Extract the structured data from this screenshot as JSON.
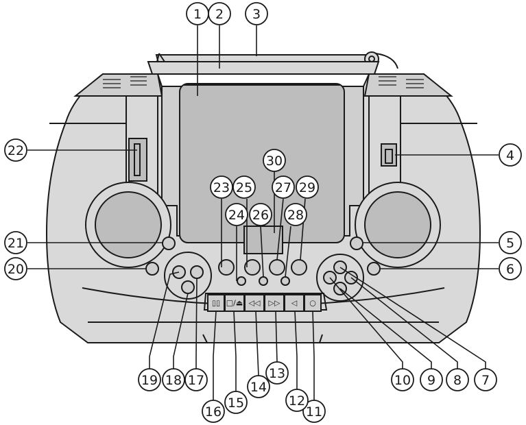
{
  "diagram": {
    "callouts": [
      "1",
      "2",
      "3",
      "4",
      "5",
      "6",
      "7",
      "8",
      "9",
      "10",
      "11",
      "12",
      "13",
      "14",
      "15",
      "16",
      "17",
      "18",
      "19",
      "20",
      "21",
      "22",
      "23",
      "24",
      "25",
      "26",
      "27",
      "28",
      "29",
      "30"
    ],
    "deck_keys": [
      {
        "name": "pause-key",
        "symbol": "▯▯"
      },
      {
        "name": "stop-eject-key",
        "symbol": "□/⏏"
      },
      {
        "name": "rewind-key",
        "symbol": "◁◁"
      },
      {
        "name": "fast-forward-key",
        "symbol": "▷▷"
      },
      {
        "name": "play-key",
        "symbol": "◁"
      },
      {
        "name": "record-key",
        "symbol": "○"
      }
    ]
  }
}
